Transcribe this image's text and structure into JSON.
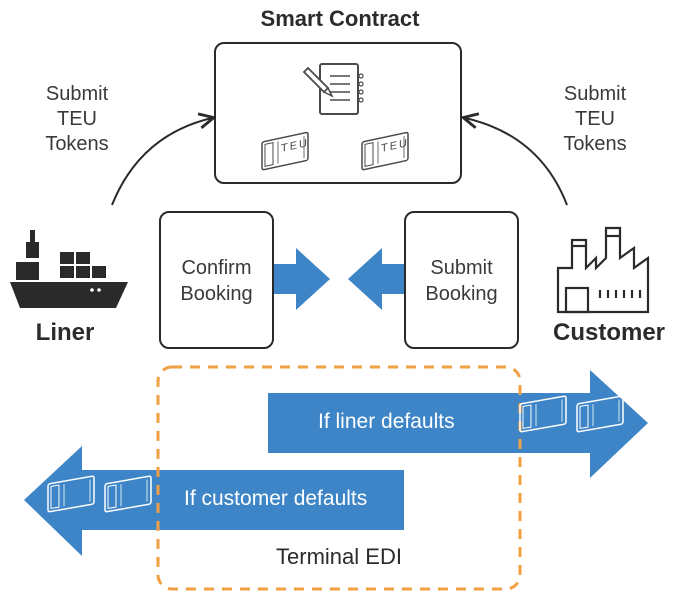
{
  "smart_contract": {
    "title": "Smart Contract",
    "teu_label": "TEU"
  },
  "left_submit": {
    "line1": "Submit",
    "line2": "TEU",
    "line3": "Tokens"
  },
  "right_submit": {
    "line1": "Submit",
    "line2": "TEU",
    "line3": "Tokens"
  },
  "confirm_booking": {
    "line1": "Confirm",
    "line2": "Booking"
  },
  "submit_booking": {
    "line1": "Submit",
    "line2": "Booking"
  },
  "actors": {
    "liner": "Liner",
    "customer": "Customer"
  },
  "defaults": {
    "liner": "If liner defaults",
    "customer": "If customer defaults"
  },
  "terminal": {
    "label": "Terminal EDI"
  },
  "colors": {
    "arrow": "#3d85c6",
    "dash": "#f0a042",
    "ink": "#2a2a2a"
  },
  "icons": [
    "document-pen-icon",
    "container-icon",
    "ship-icon",
    "factory-icon"
  ]
}
